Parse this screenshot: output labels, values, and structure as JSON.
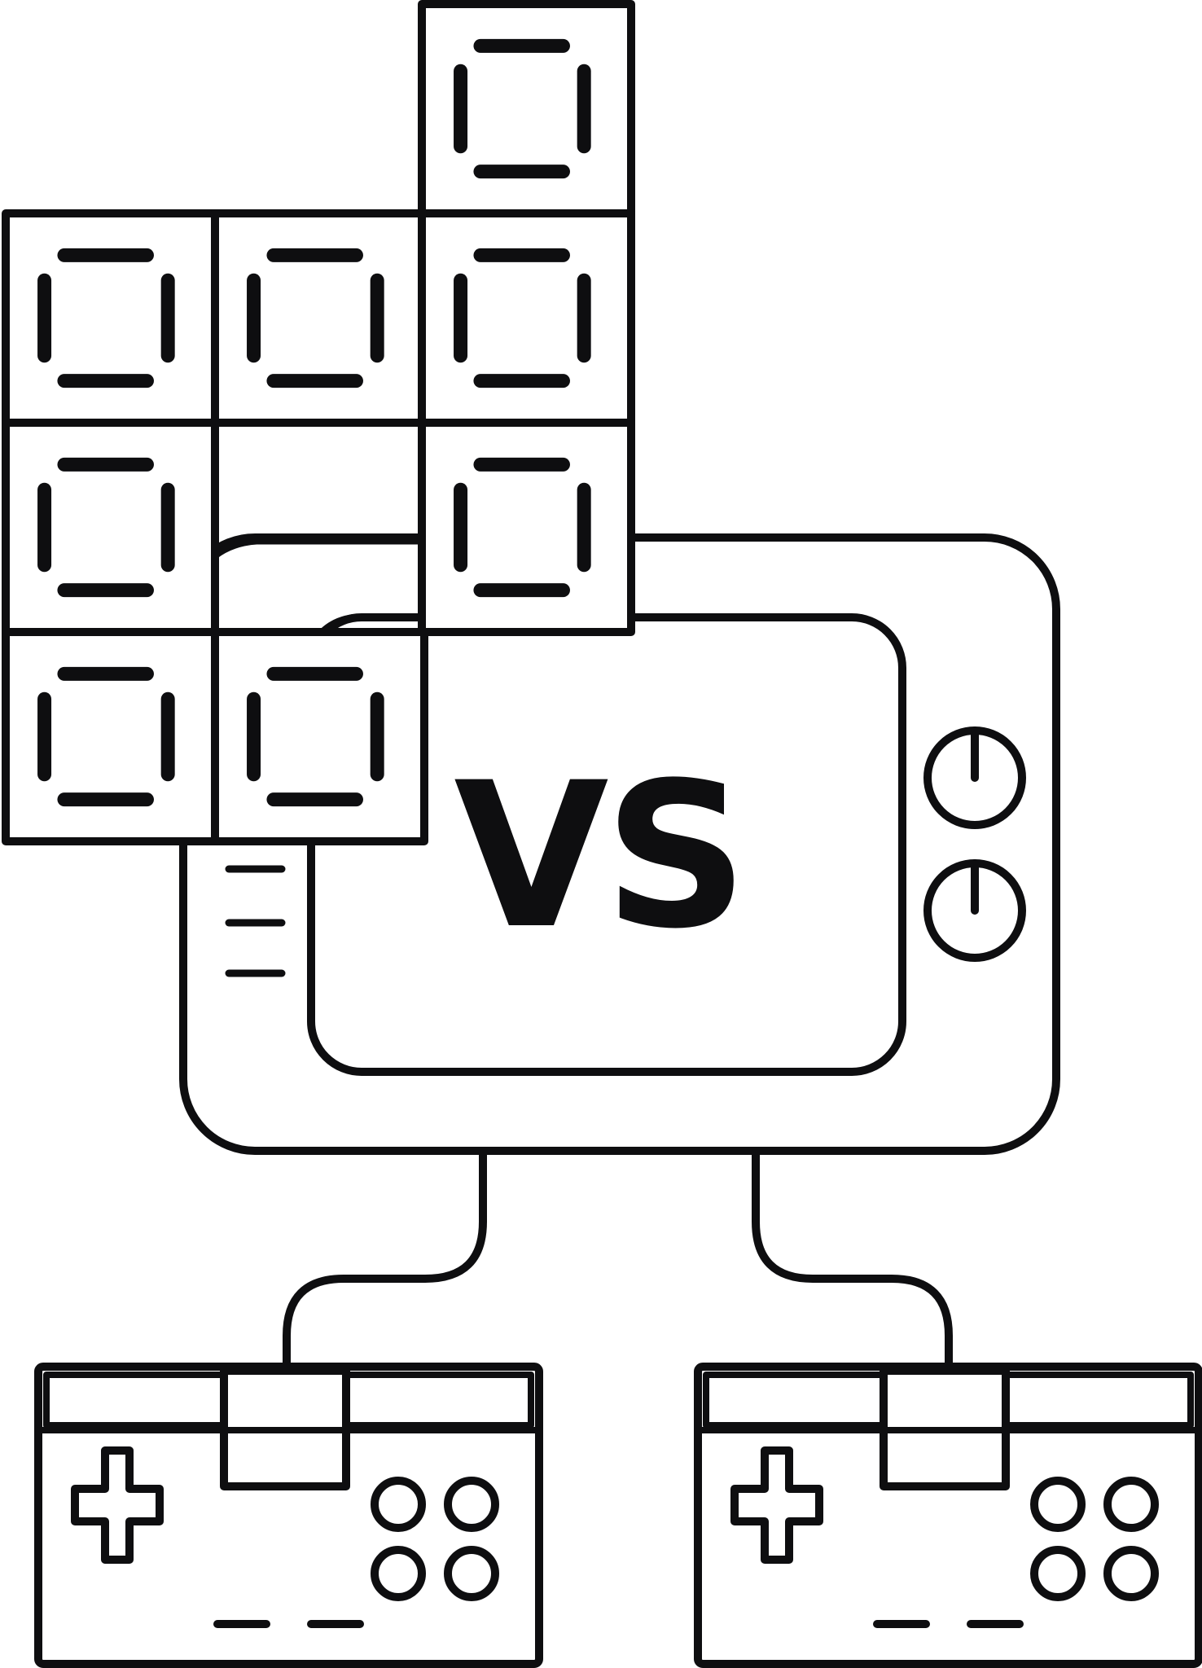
{
  "screen": {
    "label": "VS"
  },
  "style": {
    "stroke": "#0e0e10",
    "fill": "#ffffff"
  },
  "scoreboard": {
    "cells": [
      {
        "name": "digit-cell-top"
      },
      {
        "name": "digit-cell-row1-col1"
      },
      {
        "name": "digit-cell-row1-col2"
      },
      {
        "name": "digit-cell-row1-col3"
      },
      {
        "name": "digit-cell-row2-col1"
      },
      {
        "name": "digit-cell-row2-col3"
      },
      {
        "name": "digit-cell-row3-col1"
      },
      {
        "name": "digit-cell-row3-col2"
      }
    ]
  },
  "icons": {
    "dpad": "dpad-icon",
    "buttons": "action-buttons-icon",
    "knob": "knob-icon",
    "digit": "seven-segment-zero-icon"
  }
}
